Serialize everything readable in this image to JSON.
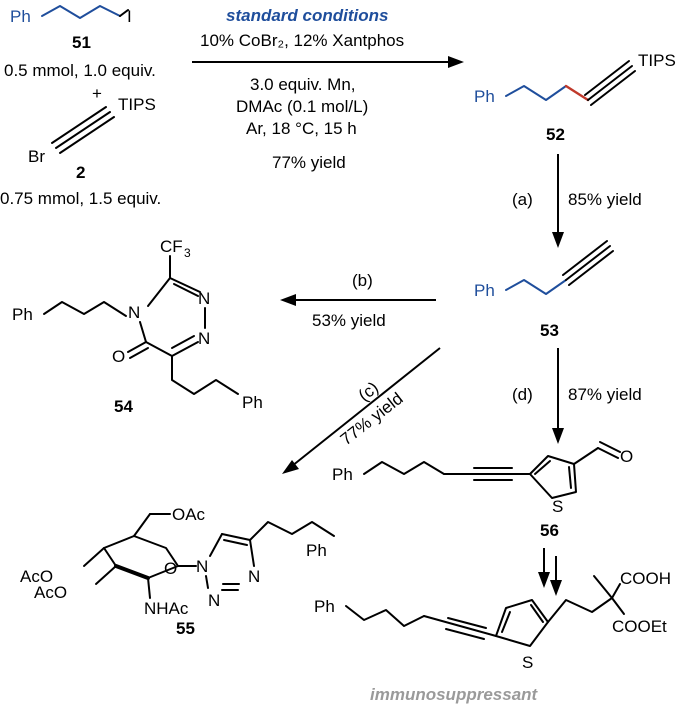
{
  "colors": {
    "highlight_blue": "#1f4e9c",
    "new_bond_red": "#c0392b",
    "caption_grey": "#9a9a9a"
  },
  "reaction_1": {
    "reagent_a": {
      "label": "51",
      "amount": "0.5 mmol, 1.0 equiv.",
      "ph": "Ph",
      "i": "I"
    },
    "plus": "+",
    "reagent_b": {
      "label": "2",
      "amount": "0.75 mmol, 1.5 equiv.",
      "br": "Br",
      "tips": "TIPS"
    },
    "conditions_title": "standard conditions",
    "conditions_above": "10% CoBr₂, 12% Xantphos",
    "conditions_below": [
      "3.0 equiv. Mn,",
      "DMAc (0.1 mol/L)",
      "Ar, 18 °C, 15 h"
    ],
    "yield": "77% yield"
  },
  "product_52": {
    "label": "52",
    "ph": "Ph",
    "tips": "TIPS"
  },
  "step_a": {
    "label": "(a)",
    "yield": "85% yield"
  },
  "product_53": {
    "label": "53",
    "ph": "Ph"
  },
  "step_b": {
    "label": "(b)",
    "yield": "53% yield"
  },
  "product_54": {
    "label": "54",
    "ph1": "Ph",
    "ph2": "Ph",
    "cf3": "CF",
    "cf3_sub": "3",
    "n1": "N",
    "n2": "N",
    "n3": "N",
    "o": "O"
  },
  "step_c": {
    "label": "(c)",
    "yield": "77% yield"
  },
  "product_55": {
    "label": "55",
    "ph": "Ph",
    "oac1": "OAc",
    "oac2": "AcO",
    "oac3": "AcO",
    "o_ring": "O",
    "nhac": "NHAc",
    "n1": "N",
    "n2": "N",
    "n3": "N"
  },
  "step_d": {
    "label": "(d)",
    "yield": "87% yield"
  },
  "product_56": {
    "label": "56",
    "ph": "Ph",
    "s": "S",
    "o": "O"
  },
  "final_product": {
    "ph": "Ph",
    "s": "S",
    "cooh": "COOH",
    "cooet": "COOEt",
    "caption": "immunosuppressant"
  }
}
